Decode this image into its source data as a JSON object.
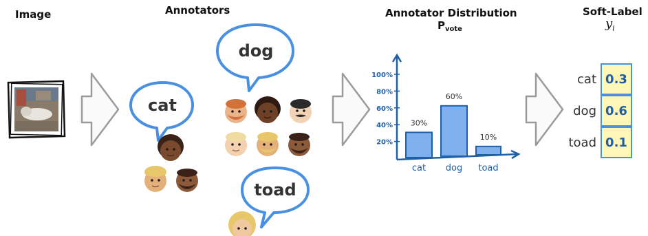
{
  "headings": {
    "image": "Image",
    "annotators": "Annotators",
    "distribution": "Annotator Distribution",
    "pvote_main": "P",
    "pvote_sub": "vote",
    "soft_label": "Soft-Label",
    "yi_main": "y",
    "yi_sub": "i"
  },
  "bubbles": [
    {
      "label": "cat"
    },
    {
      "label": "dog"
    },
    {
      "label": "toad"
    }
  ],
  "chart_data": {
    "type": "bar",
    "categories": [
      "cat",
      "dog",
      "toad"
    ],
    "values": [
      30,
      60,
      10
    ],
    "value_labels": [
      "30%",
      "60%",
      "10%"
    ],
    "yticks": [
      "20%",
      "40%",
      "60%",
      "80%",
      "100%"
    ],
    "ylim": [
      0,
      100
    ],
    "grid": false,
    "colors": {
      "bar": "#7fb0ee",
      "axis": "#1f5fa8"
    }
  },
  "soft_label": [
    {
      "label": "cat",
      "value": "0.3"
    },
    {
      "label": "dog",
      "value": "0.6"
    },
    {
      "label": "toad",
      "value": "0.1"
    }
  ],
  "colors": {
    "accent": "#4a90e2",
    "cell_bg": "#fff7b8"
  }
}
